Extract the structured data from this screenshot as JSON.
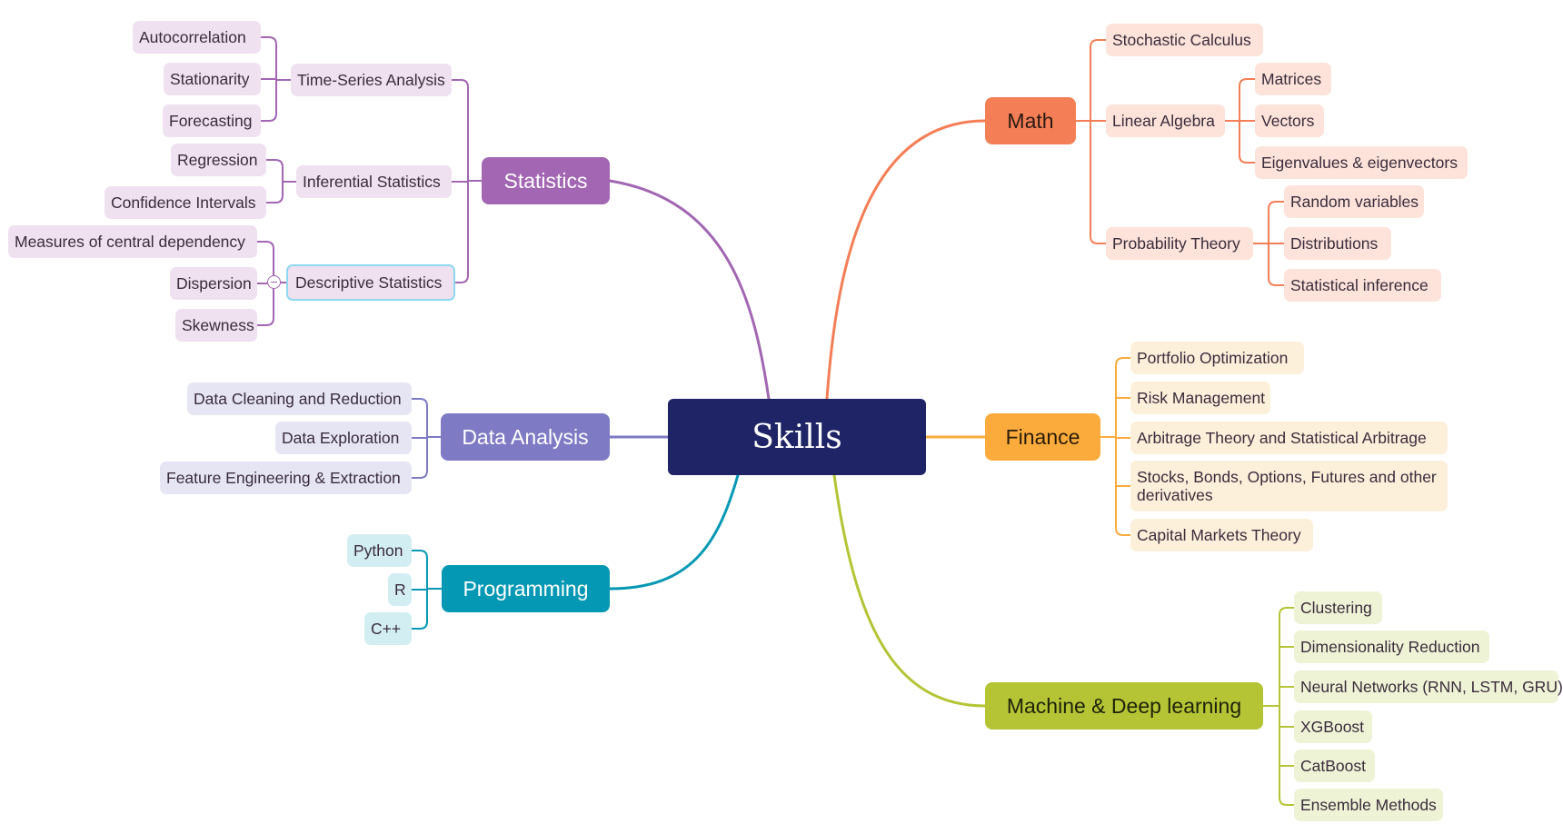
{
  "root": {
    "label": "Skills"
  },
  "branches": {
    "statistics": {
      "label": "Statistics",
      "color": "#a266b3",
      "tint": "#efe1f0",
      "children": [
        {
          "label": "Time-Series Analysis",
          "children": [
            "Autocorrelation",
            "Stationarity",
            "Forecasting"
          ]
        },
        {
          "label": "Inferential Statistics",
          "children": [
            "Regression",
            "Confidence Intervals"
          ]
        },
        {
          "label": "Descriptive Statistics",
          "selected": true,
          "children": [
            "Measures of central dependency",
            "Dispersion",
            "Skewness"
          ]
        }
      ]
    },
    "data_analysis": {
      "label": "Data Analysis",
      "color": "#7e7ac4",
      "tint": "#e6e5f4",
      "children": [
        "Data Cleaning and Reduction",
        "Data Exploration",
        "Feature Engineering & Extraction"
      ]
    },
    "programming": {
      "label": "Programming",
      "color": "#0598b4",
      "tint": "#d3eef3",
      "children": [
        "Python",
        "R",
        "C++"
      ]
    },
    "math": {
      "label": "Math",
      "color": "#f47e55",
      "tint": "#fde3da",
      "children": [
        {
          "label": "Stochastic Calculus",
          "children": []
        },
        {
          "label": "Linear Algebra",
          "children": [
            "Matrices",
            "Vectors",
            "Eigenvalues & eigenvectors"
          ]
        },
        {
          "label": "Probability Theory",
          "children": [
            "Random variables",
            "Distributions",
            "Statistical inference"
          ]
        }
      ]
    },
    "finance": {
      "label": "Finance",
      "color": "#fbab3c",
      "tint": "#fdf0da",
      "children": [
        "Portfolio Optimization",
        "Risk Management",
        "Arbitrage Theory and Statistical Arbitrage",
        "Stocks, Bonds, Options, Futures and other derivatives",
        "Capital Markets Theory"
      ]
    },
    "ml": {
      "label": "Machine & Deep learning",
      "color": "#b4c435",
      "tint": "#eff3d6",
      "children": [
        "Clustering",
        "Dimensionality Reduction",
        "Neural Networks (RNN, LSTM, GRU)",
        "XGBoost",
        "CatBoost",
        "Ensemble Methods"
      ]
    }
  }
}
